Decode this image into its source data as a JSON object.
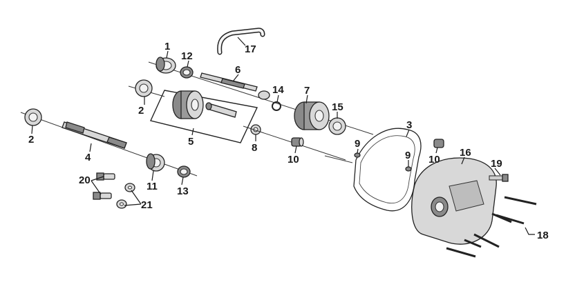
{
  "diagram": {
    "callouts": [
      {
        "id": "c1",
        "label": "1"
      },
      {
        "id": "c2a",
        "label": "2"
      },
      {
        "id": "c2b",
        "label": "2"
      },
      {
        "id": "c3",
        "label": "3"
      },
      {
        "id": "c4",
        "label": "4"
      },
      {
        "id": "c5",
        "label": "5"
      },
      {
        "id": "c6",
        "label": "6"
      },
      {
        "id": "c7",
        "label": "7"
      },
      {
        "id": "c8",
        "label": "8"
      },
      {
        "id": "c9a",
        "label": "9"
      },
      {
        "id": "c9b",
        "label": "9"
      },
      {
        "id": "c10a",
        "label": "10"
      },
      {
        "id": "c10b",
        "label": "10"
      },
      {
        "id": "c11",
        "label": "11"
      },
      {
        "id": "c12",
        "label": "12"
      },
      {
        "id": "c13",
        "label": "13"
      },
      {
        "id": "c14",
        "label": "14"
      },
      {
        "id": "c15",
        "label": "15"
      },
      {
        "id": "c16",
        "label": "16"
      },
      {
        "id": "c17",
        "label": "17"
      },
      {
        "id": "c18",
        "label": "18"
      },
      {
        "id": "c19",
        "label": "19"
      },
      {
        "id": "c20",
        "label": "20"
      },
      {
        "id": "c21",
        "label": "21"
      }
    ]
  }
}
